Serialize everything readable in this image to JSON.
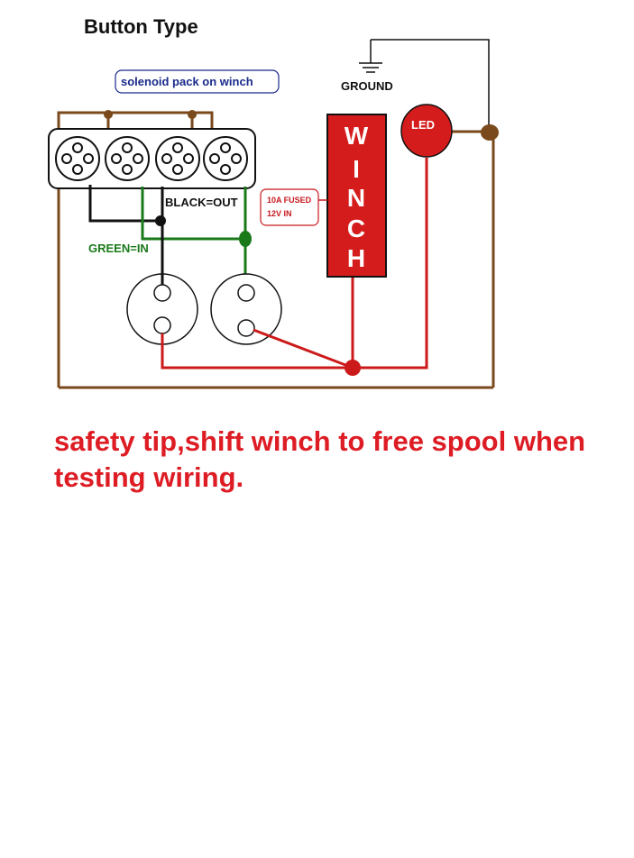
{
  "title": "Button Type",
  "labels": {
    "solenoid": "solenoid pack on winch",
    "ground": "GROUND",
    "black_out": "BLACK=OUT",
    "green_in": "GREEN=IN",
    "led": "LED",
    "fuse_line1": "10A FUSED",
    "fuse_line2": "12V IN"
  },
  "winch_letters": [
    "W",
    "I",
    "N",
    "C",
    "H"
  ],
  "safety_tip": "safety tip,shift winch to free spool when testing wiring.",
  "colors": {
    "brown_wire": "#7a4a1c",
    "black_wire": "#111111",
    "green_wire": "#1a7a1a",
    "red_wire": "#cc1a1a",
    "winch_fill": "#d41c1c",
    "tip_text": "#dd1c24",
    "solenoid_label": "#1a2a8a"
  }
}
